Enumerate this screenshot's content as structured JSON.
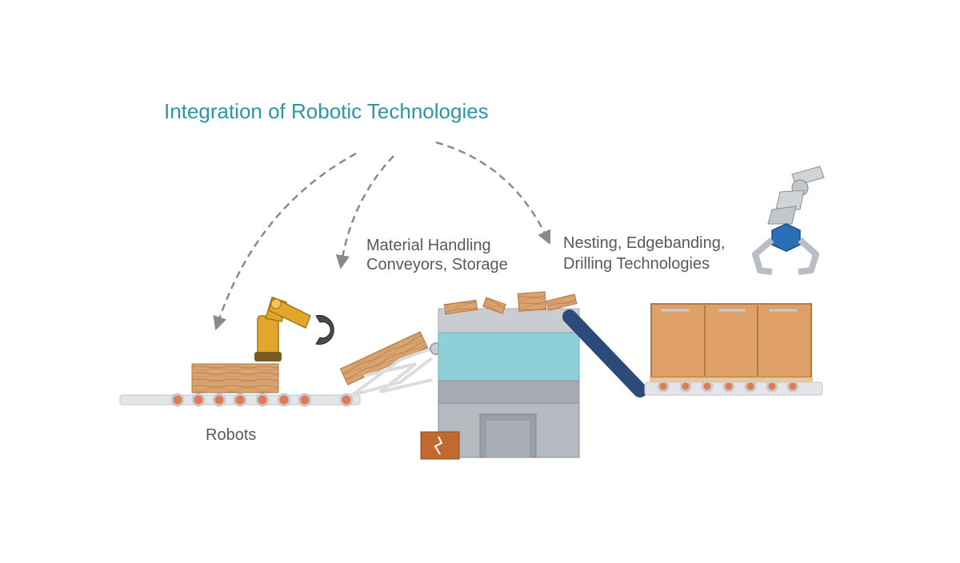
{
  "diagram": {
    "title": "Integration of Robotic Technologies",
    "labels": {
      "robots": "Robots",
      "material_line1": "Material Handling",
      "material_line2": "Conveyors, Storage",
      "nesting_line1": "Nesting, Edgebanding,",
      "nesting_line2": "Drilling Technologies"
    },
    "colors": {
      "title": "#2a97a6",
      "label": "#555a60",
      "arrow": "#8a8a8a",
      "conveyor": "#e3e5e8",
      "roller": "#e07a52",
      "wood": "#d9a470",
      "robot_arm": "#e3a62c",
      "machine_top": "#c9ccd1",
      "machine_band": "#8fd0d8",
      "machine_body": "#a7acb3",
      "chute": "#2c4b7a",
      "cabinet": "#dfa067",
      "gripper_hex": "#2b6fb7"
    }
  }
}
